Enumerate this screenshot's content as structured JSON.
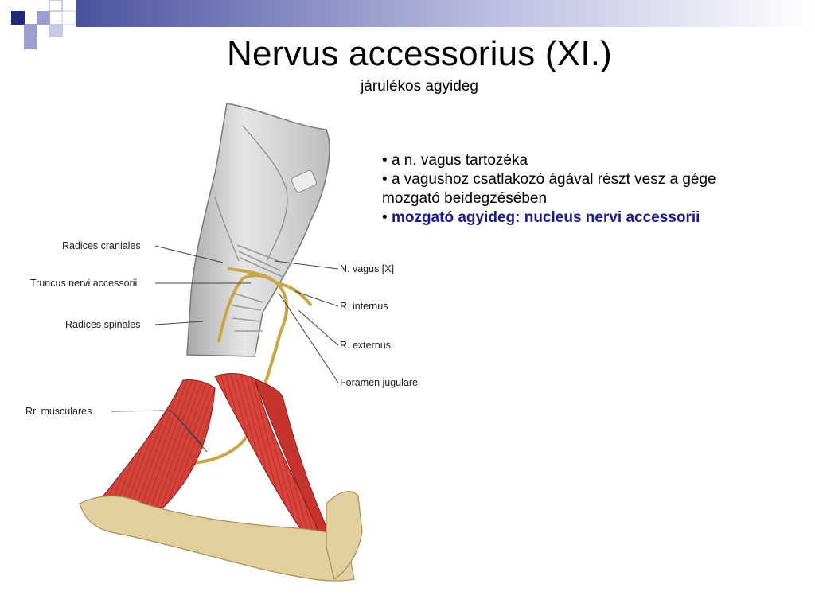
{
  "slide": {
    "title": "Nervus accessorius (XI.)",
    "subtitle": "járulékos agyideg"
  },
  "bullets": [
    {
      "marker": "•",
      "text": "a n. vagus tartozéka"
    },
    {
      "marker": "•",
      "text": "a vagushoz csatlakozó ágával részt vesz a gége"
    },
    {
      "marker": "",
      "text": "mozgató beidegzésében"
    },
    {
      "marker": "•",
      "text": "mozgató agyideg: nucleus nervi accessorii",
      "emphasis": true
    }
  ],
  "figure_labels": {
    "radices_craniales": "Radices craniales",
    "truncus": "Truncus nervi accessorii",
    "radices_spinales": "Radices spinales",
    "rr_musculares": "Rr. musculares",
    "n_vagus": "N. vagus [X]",
    "r_internus": "R. internus",
    "r_externus": "R. externus",
    "foramen": "Foramen jugulare"
  },
  "colors": {
    "accent_text": "#1a1a8c",
    "deco_dark": "#1f2a7a",
    "deco_light": "#9b9fd0",
    "muscle": "#d6423c",
    "bone": "#e2cfa0",
    "nerve": "#c9a646",
    "brainstem": "#c9c9c9"
  }
}
